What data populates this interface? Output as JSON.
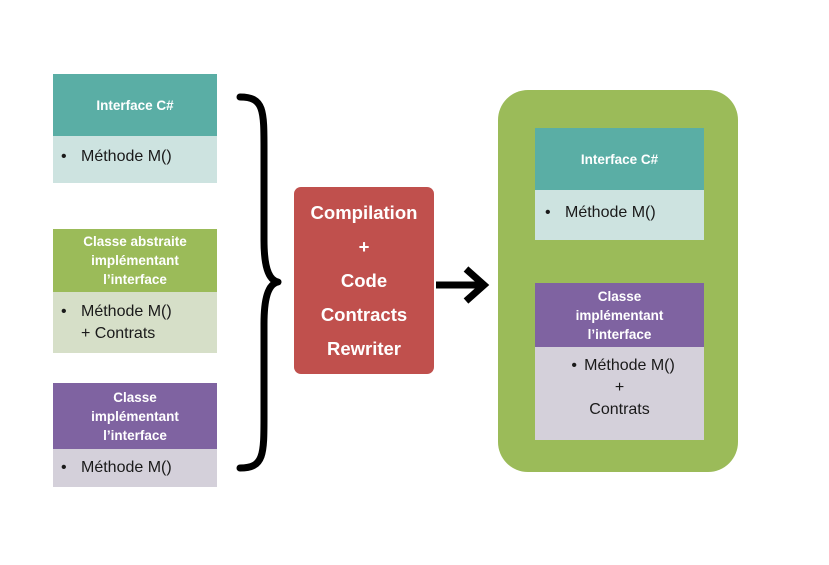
{
  "inputs": {
    "interface": {
      "title": "Interface C#",
      "method": "Méthode M()"
    },
    "abstract_class": {
      "title_lines": [
        "Classe abstraite",
        "implémentant",
        "l’interface"
      ],
      "method": "Méthode M()",
      "contracts": "+ Contrats"
    },
    "implementing_class": {
      "title_lines": [
        "Classe",
        "implémentant",
        "l’interface"
      ],
      "method": "Méthode M()"
    }
  },
  "process": {
    "lines": [
      "Compilation",
      "+",
      "Code",
      "Contracts",
      "Rewriter"
    ]
  },
  "output": {
    "interface": {
      "title": "Interface C#",
      "method": "Méthode M()"
    },
    "implementing_class": {
      "title_lines": [
        "Classe",
        "implémentant",
        "l’interface"
      ],
      "method": "Méthode M()",
      "plus": "+",
      "contracts": "Contrats"
    }
  },
  "colors": {
    "teal": "#5aaea5",
    "green": "#9bbb59",
    "purple": "#7f63a1",
    "red": "#c0504d"
  }
}
